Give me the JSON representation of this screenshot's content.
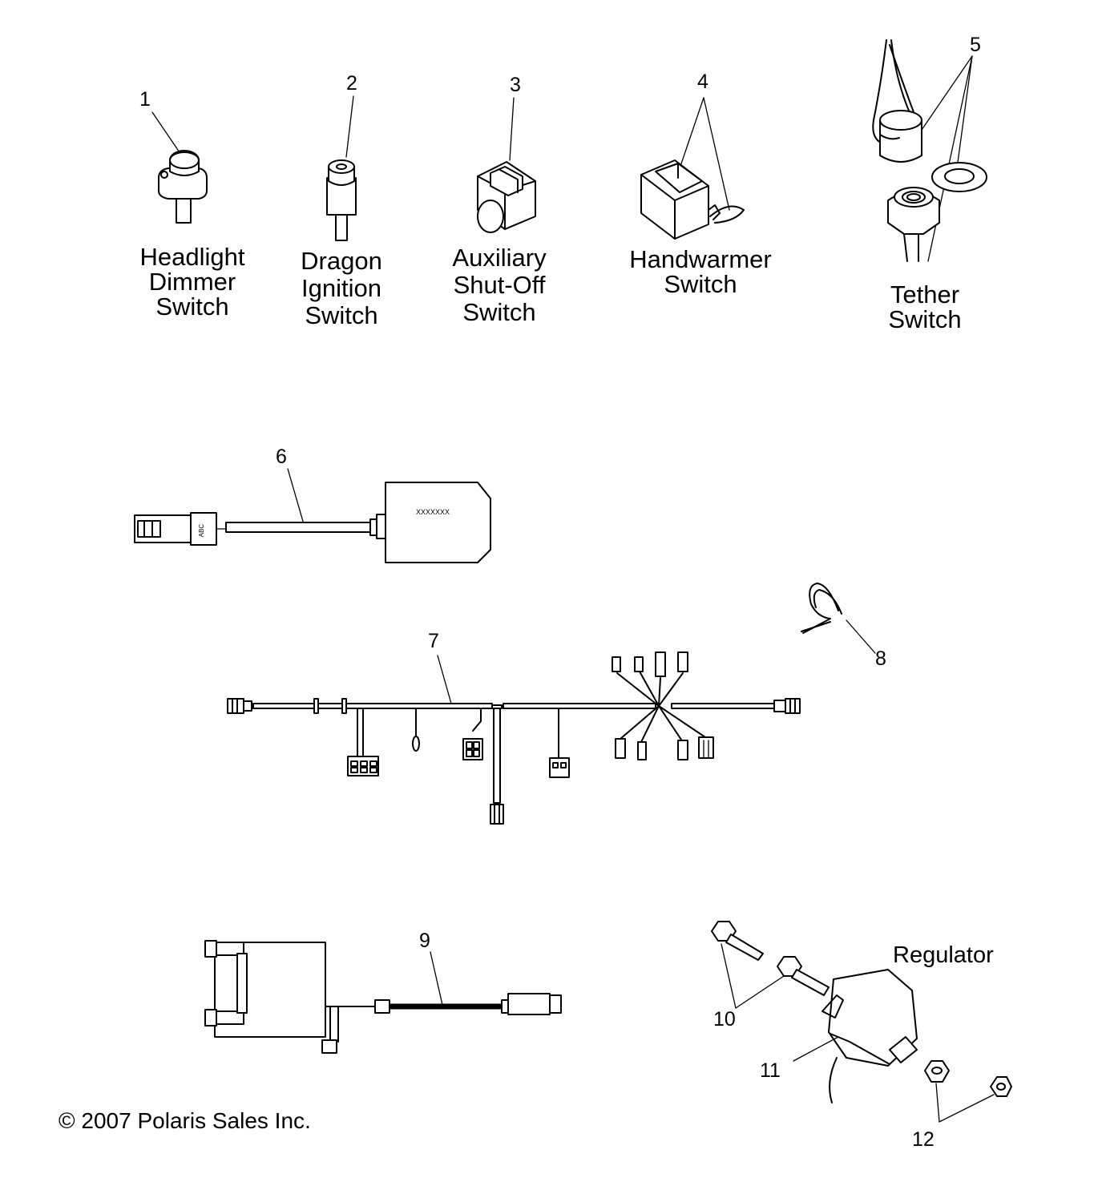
{
  "parts": [
    {
      "callout": "1",
      "caption": [
        "Headlight",
        "Dimmer",
        "Switch"
      ]
    },
    {
      "callout": "2",
      "caption": [
        "Dragon",
        "Ignition",
        "Switch"
      ]
    },
    {
      "callout": "3",
      "caption": [
        "Auxiliary",
        "Shut-Off",
        "Switch"
      ]
    },
    {
      "callout": "4",
      "caption": [
        "Handwarmer",
        "Switch"
      ]
    },
    {
      "callout": "5",
      "caption": [
        "Tether",
        "Switch"
      ]
    },
    {
      "callout": "6",
      "caption": []
    },
    {
      "callout": "7",
      "caption": []
    },
    {
      "callout": "8",
      "caption": []
    },
    {
      "callout": "9",
      "caption": []
    },
    {
      "callout": "10",
      "caption": []
    },
    {
      "callout": "11",
      "caption": [
        "Regulator"
      ]
    },
    {
      "callout": "12",
      "caption": []
    }
  ],
  "module_marking": "XXXXXXX",
  "connector_marking": "ABC",
  "copyright": "© 2007 Polaris Sales Inc."
}
